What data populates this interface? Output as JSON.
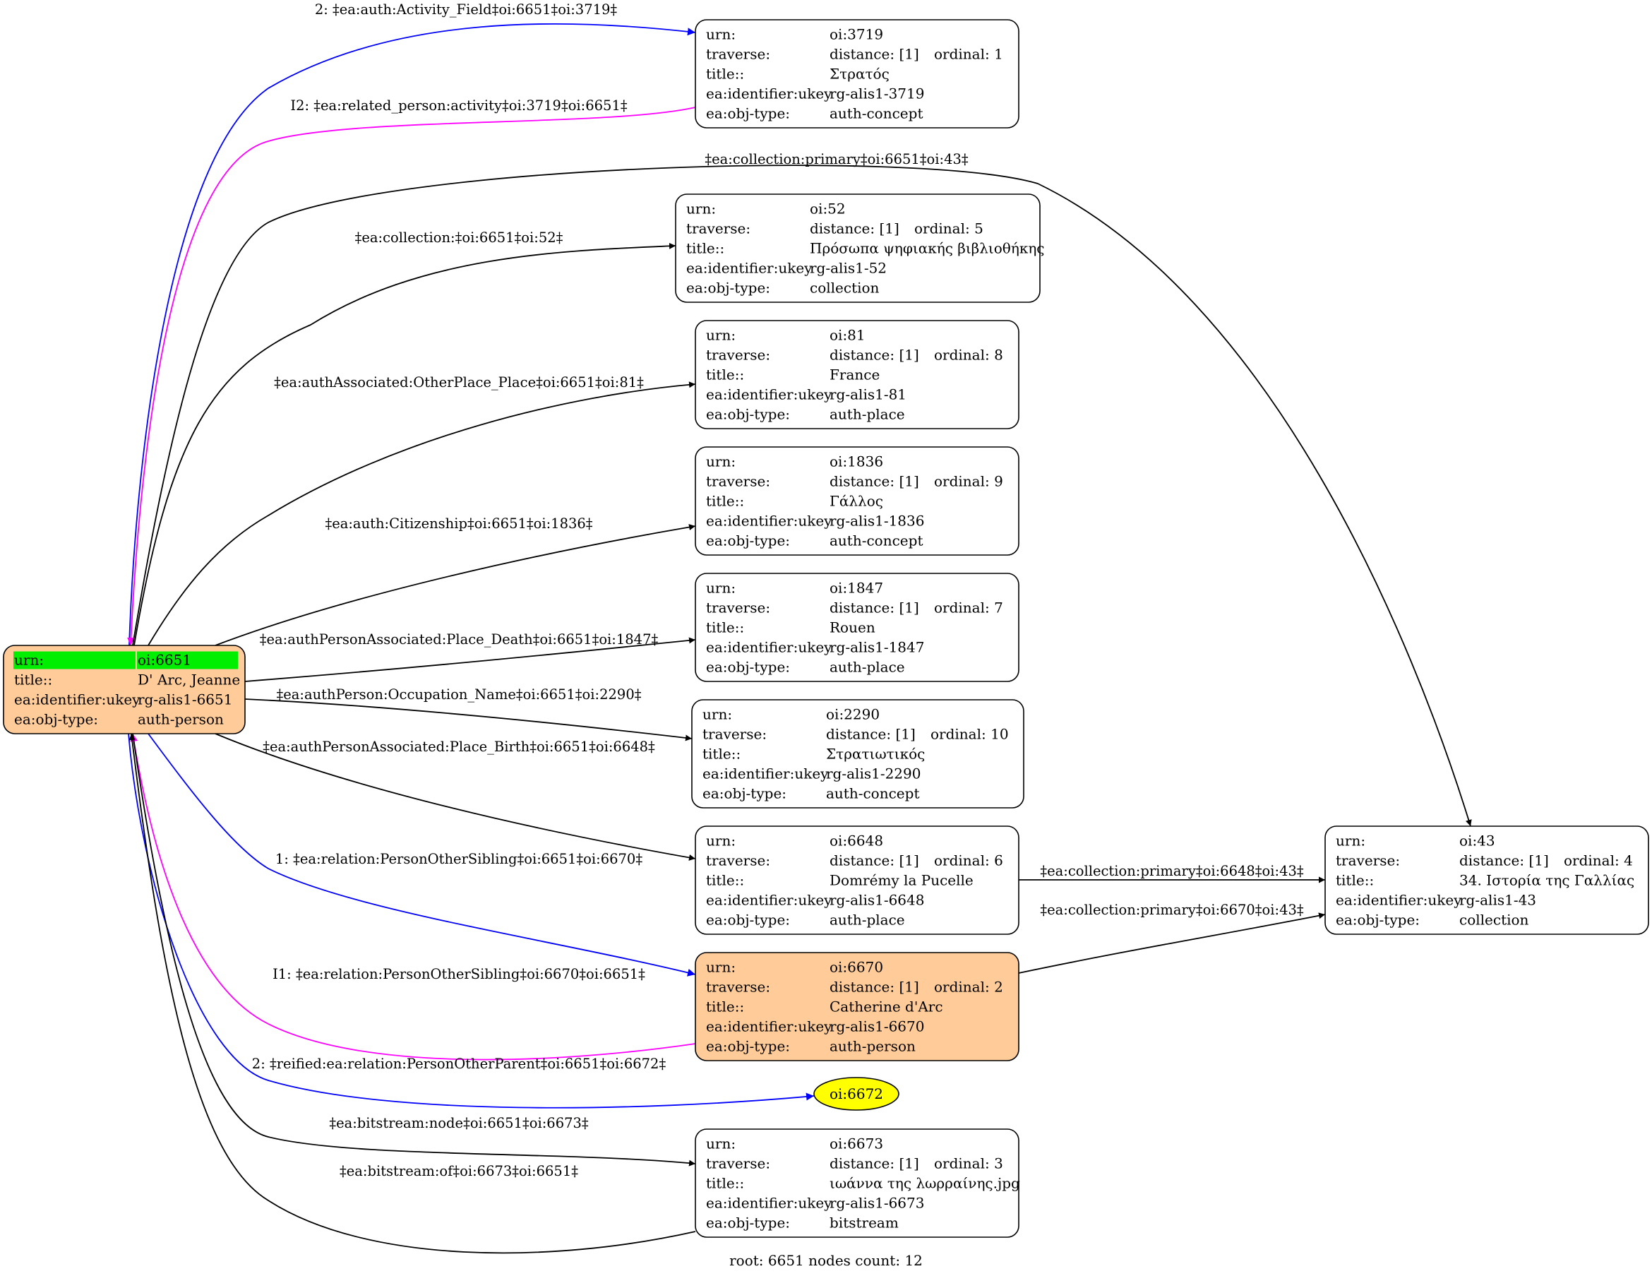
{
  "colors": {
    "root_fill": "#FFCC99",
    "root_urn_highlight": "#00EE00",
    "person_fill": "#FFCC99",
    "ellipse_fill": "#FFFF00",
    "edge_black": "#000000",
    "edge_blue": "#0000FF",
    "edge_magenta": "#FF00FF"
  },
  "nodes": {
    "root": {
      "rows": [
        [
          "urn:",
          "oi:6651"
        ],
        [
          "title::",
          "D' Arc, Jeanne"
        ],
        [
          "ea:identifier:ukey",
          "rg-alis1-6651"
        ],
        [
          "ea:obj-type:",
          "auth-person"
        ]
      ]
    },
    "n3719": {
      "rows": [
        [
          "urn:",
          "oi:3719"
        ],
        [
          "traverse:",
          "distance: [1]",
          "ordinal: 1"
        ],
        [
          "title::",
          "Στρατός"
        ],
        [
          "ea:identifier:ukey",
          "rg-alis1-3719"
        ],
        [
          "ea:obj-type:",
          "auth-concept"
        ]
      ]
    },
    "n52": {
      "rows": [
        [
          "urn:",
          "oi:52"
        ],
        [
          "traverse:",
          "distance: [1]",
          "ordinal: 5"
        ],
        [
          "title::",
          "Πρόσωπα ψηφιακής βιβλιοθήκης"
        ],
        [
          "ea:identifier:ukey",
          "rg-alis1-52"
        ],
        [
          "ea:obj-type:",
          "collection"
        ]
      ]
    },
    "n81": {
      "rows": [
        [
          "urn:",
          "oi:81"
        ],
        [
          "traverse:",
          "distance: [1]",
          "ordinal: 8"
        ],
        [
          "title::",
          "France"
        ],
        [
          "ea:identifier:ukey",
          "rg-alis1-81"
        ],
        [
          "ea:obj-type:",
          "auth-place"
        ]
      ]
    },
    "n1836": {
      "rows": [
        [
          "urn:",
          "oi:1836"
        ],
        [
          "traverse:",
          "distance: [1]",
          "ordinal: 9"
        ],
        [
          "title::",
          "Γάλλος"
        ],
        [
          "ea:identifier:ukey",
          "rg-alis1-1836"
        ],
        [
          "ea:obj-type:",
          "auth-concept"
        ]
      ]
    },
    "n1847": {
      "rows": [
        [
          "urn:",
          "oi:1847"
        ],
        [
          "traverse:",
          "distance: [1]",
          "ordinal: 7"
        ],
        [
          "title::",
          "Rouen"
        ],
        [
          "ea:identifier:ukey",
          "rg-alis1-1847"
        ],
        [
          "ea:obj-type:",
          "auth-place"
        ]
      ]
    },
    "n2290": {
      "rows": [
        [
          "urn:",
          "oi:2290"
        ],
        [
          "traverse:",
          "distance: [1]",
          "ordinal: 10"
        ],
        [
          "title::",
          "Στρατιωτικός"
        ],
        [
          "ea:identifier:ukey",
          "rg-alis1-2290"
        ],
        [
          "ea:obj-type:",
          "auth-concept"
        ]
      ]
    },
    "n6648": {
      "rows": [
        [
          "urn:",
          "oi:6648"
        ],
        [
          "traverse:",
          "distance: [1]",
          "ordinal: 6"
        ],
        [
          "title::",
          "Domrémy la Pucelle"
        ],
        [
          "ea:identifier:ukey",
          "rg-alis1-6648"
        ],
        [
          "ea:obj-type:",
          "auth-place"
        ]
      ]
    },
    "n6670": {
      "rows": [
        [
          "urn:",
          "oi:6670"
        ],
        [
          "traverse:",
          "distance: [1]",
          "ordinal: 2"
        ],
        [
          "title::",
          "Catherine d'Arc"
        ],
        [
          "ea:identifier:ukey",
          "rg-alis1-6670"
        ],
        [
          "ea:obj-type:",
          "auth-person"
        ]
      ]
    },
    "n6673": {
      "rows": [
        [
          "urn:",
          "oi:6673"
        ],
        [
          "traverse:",
          "distance: [1]",
          "ordinal: 3"
        ],
        [
          "title::",
          "ιωάννα της λωρραίνης.jpg"
        ],
        [
          "ea:identifier:ukey",
          "rg-alis1-6673"
        ],
        [
          "ea:obj-type:",
          "bitstream"
        ]
      ]
    },
    "n43": {
      "rows": [
        [
          "urn:",
          "oi:43"
        ],
        [
          "traverse:",
          "distance: [1]",
          "ordinal: 4"
        ],
        [
          "title::",
          "34. Ιστορία της Γαλλίας"
        ],
        [
          "ea:identifier:ukey",
          "rg-alis1-43"
        ],
        [
          "ea:obj-type:",
          "collection"
        ]
      ]
    },
    "n6672": {
      "label": "oi:6672"
    }
  },
  "edges": [
    {
      "id": "activity-field",
      "label": "2: ‡ea:auth:Activity_Field‡oi:6651‡oi:3719‡",
      "color": "blue"
    },
    {
      "id": "related-person-activity",
      "label": "I2: ‡ea:related_person:activity‡oi:3719‡oi:6651‡",
      "color": "magenta"
    },
    {
      "id": "collection-primary-6651",
      "label": "‡ea:collection:primary‡oi:6651‡oi:43‡",
      "color": "black"
    },
    {
      "id": "collection-52",
      "label": "‡ea:collection:‡oi:6651‡oi:52‡",
      "color": "black"
    },
    {
      "id": "other-place",
      "label": "‡ea:authAssociated:OtherPlace_Place‡oi:6651‡oi:81‡",
      "color": "black"
    },
    {
      "id": "citizenship",
      "label": "‡ea:auth:Citizenship‡oi:6651‡oi:1836‡",
      "color": "black"
    },
    {
      "id": "place-death",
      "label": "‡ea:authPersonAssociated:Place_Death‡oi:6651‡oi:1847‡",
      "color": "black"
    },
    {
      "id": "occupation",
      "label": "‡ea:authPerson:Occupation_Name‡oi:6651‡oi:2290‡",
      "color": "black"
    },
    {
      "id": "place-birth",
      "label": "‡ea:authPersonAssociated:Place_Birth‡oi:6651‡oi:6648‡",
      "color": "black"
    },
    {
      "id": "sibling",
      "label": "1: ‡ea:relation:PersonOtherSibling‡oi:6651‡oi:6670‡",
      "color": "blue"
    },
    {
      "id": "sibling-inverse",
      "label": "I1: ‡ea:relation:PersonOtherSibling‡oi:6670‡oi:6651‡",
      "color": "magenta"
    },
    {
      "id": "reified-parent",
      "label": "2: ‡reified:ea:relation:PersonOtherParent‡oi:6651‡oi:6672‡",
      "color": "blue"
    },
    {
      "id": "bitstream-node",
      "label": "‡ea:bitstream:node‡oi:6651‡oi:6673‡",
      "color": "black"
    },
    {
      "id": "bitstream-of",
      "label": "‡ea:bitstream:of‡oi:6673‡oi:6651‡",
      "color": "black"
    },
    {
      "id": "collection-primary-6648",
      "label": "‡ea:collection:primary‡oi:6648‡oi:43‡",
      "color": "black"
    },
    {
      "id": "collection-primary-6670",
      "label": "‡ea:collection:primary‡oi:6670‡oi:43‡",
      "color": "black"
    }
  ],
  "footer": "root: 6651 nodes count: 12"
}
